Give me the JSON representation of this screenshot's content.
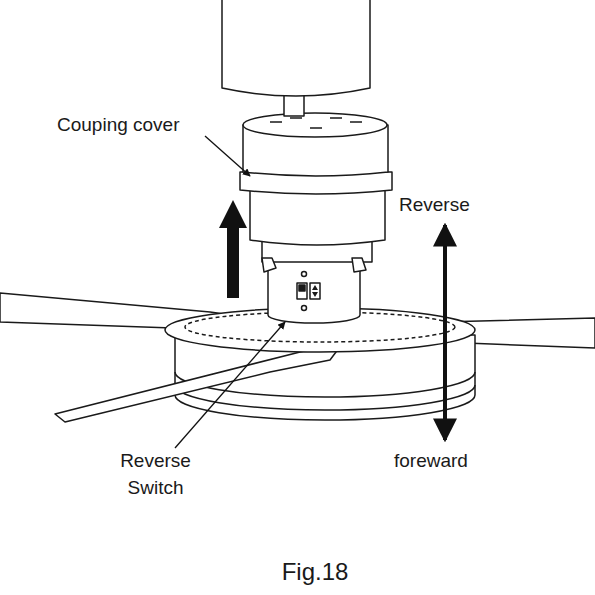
{
  "diagram": {
    "caption": "Fig.18",
    "labels": [
      "Couping cover",
      "Reverse",
      "Reverse Switch",
      "foreward"
    ]
  }
}
